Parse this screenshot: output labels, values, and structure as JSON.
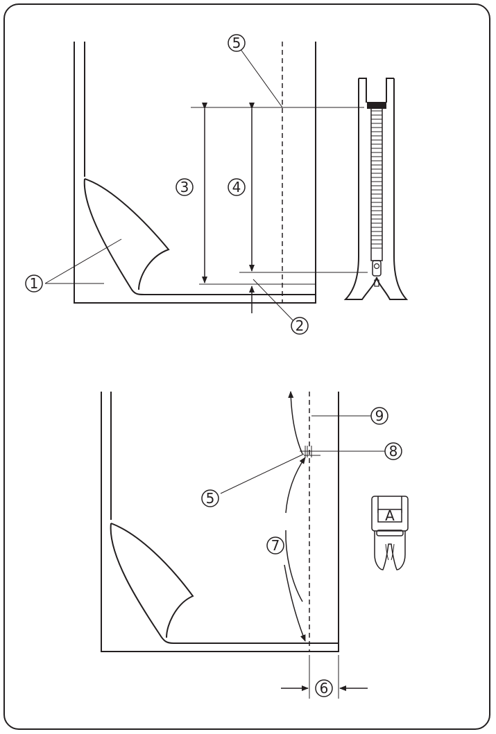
{
  "callouts": {
    "c1": "1",
    "c2": "2",
    "c3": "3",
    "c4": "4",
    "c5_top": "5",
    "c5_bottom": "5",
    "c6": "6",
    "c7": "7",
    "c8": "8",
    "c9": "9"
  },
  "presser_foot": {
    "letter": "A",
    "icon": "presser-foot-A-icon"
  },
  "colors": {
    "line": "#231f20",
    "background": "#ffffff"
  }
}
